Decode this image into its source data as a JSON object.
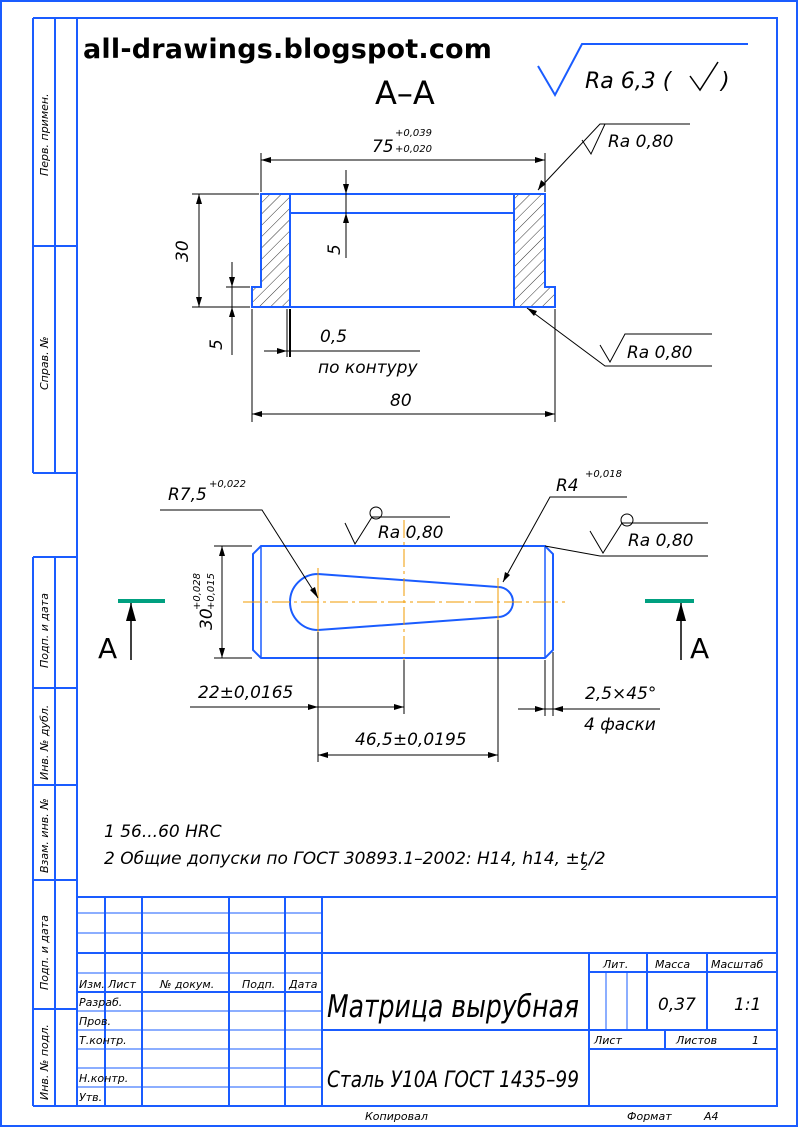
{
  "watermark": "all-drawings.blogspot.com",
  "section_label": "А–А",
  "roughness_general": "Ra 6,3 (",
  "dims": {
    "top_width": "75",
    "top_width_upper": "+0,039",
    "top_width_lower": "+0,020",
    "height": "30",
    "depth": "5",
    "step": "5",
    "chamfer_edge": "0,5",
    "chamfer_note": "по контуру",
    "bottom_width": "80",
    "radius_big": "R7,5",
    "radius_big_tol": "+0,022",
    "radius_small": "R4",
    "radius_small_tol": "+0,018",
    "plan_height": "30",
    "plan_height_upper": "+0,028",
    "plan_height_lower": "+0,015",
    "offset": "22±0,0165",
    "center_dist": "46,5±0,0195",
    "chamfer": "2,5×45°",
    "chamfer_count": "4 фаски"
  },
  "roughness": {
    "r1": "Ra 0,80",
    "r2": "Ra 0,80",
    "r3": "Ra 0,80",
    "r4": "Ra 0,80"
  },
  "cut_labels": {
    "left": "А",
    "right": "А"
  },
  "notes": {
    "n1": "1  56...60 HRC",
    "n2": "2  Общие допуски по ГОСТ 30893.1–2002: H14, h14, ±t",
    "n2_sub": "2",
    "n2_end": "/2"
  },
  "side_labels": {
    "perv": "Перв. примен.",
    "sprav": "Справ. №",
    "podp1": "Подп. и дата",
    "inv_dubl": "Инв. № дубл.",
    "vzam": "Взам. инв. №",
    "podp2": "Подп. и дата",
    "inv_podl": "Инв. № подл."
  },
  "title_block": {
    "col_izm": "Изм.",
    "col_list": "Лист",
    "col_doc": "№ докум.",
    "col_podp": "Подп.",
    "col_data": "Дата",
    "razrab": "Разраб.",
    "prov": "Пров.",
    "tkontr": "Т.контр.",
    "nkontr": "Н.контр.",
    "utv": "Утв.",
    "name": "Матрица вырубная",
    "material": "Сталь У10А ГОСТ 1435–99",
    "lit": "Лит.",
    "massa": "Масса",
    "masshtab": "Масштаб",
    "mass_value": "0,37",
    "scale_value": "1:1",
    "list": "Лист",
    "listov": "Листов",
    "listov_value": "1",
    "kopiroval": "Копировал",
    "format": "Формат",
    "format_value": "А4"
  }
}
